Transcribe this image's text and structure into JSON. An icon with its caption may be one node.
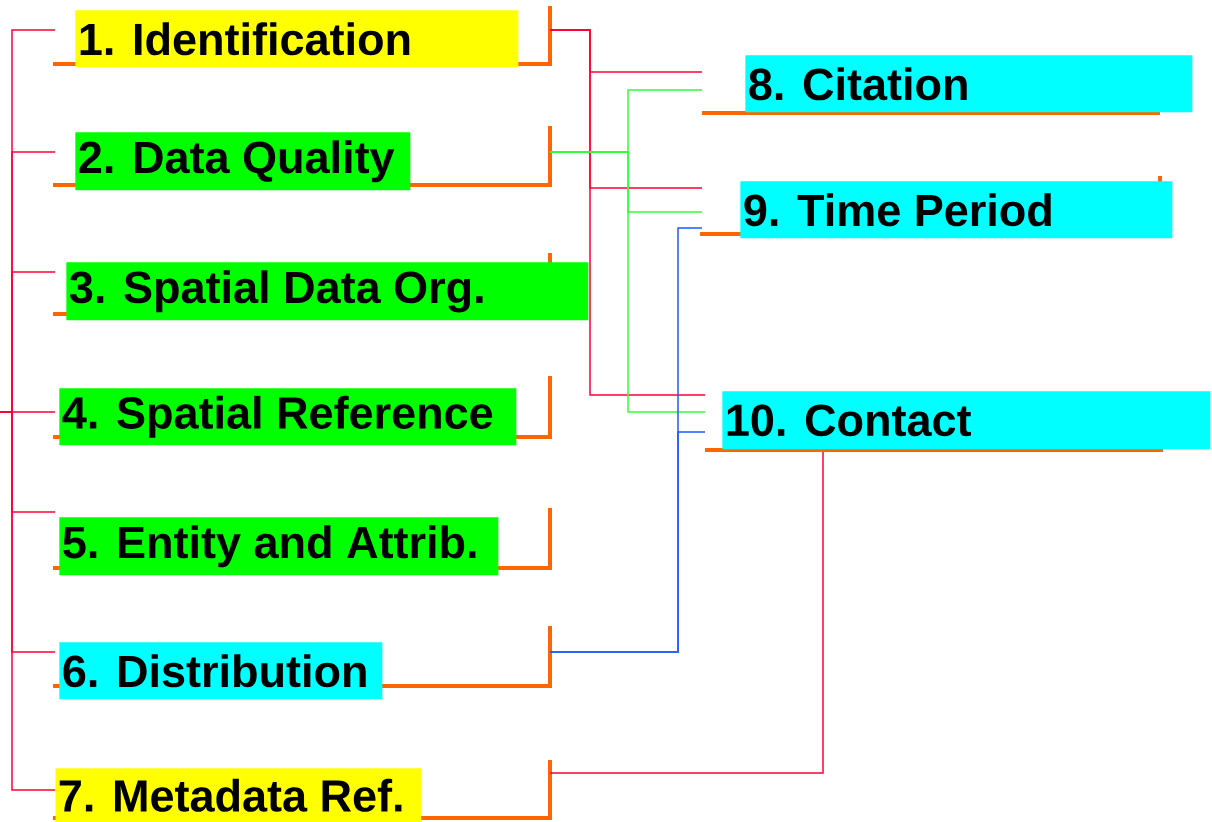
{
  "diagram": {
    "nodes": [
      {
        "text": [
          "1. Identification"
        ]
      },
      {
        "text": [
          "2. Data Quality"
        ]
      },
      {
        "text": [
          "3. Spatial Data Org."
        ]
      },
      {
        "text": [
          "4. Spatial Reference"
        ]
      },
      {
        "text": [
          "5. Entity and Attrib."
        ]
      },
      {
        "text": [
          "6. Distribution"
        ]
      },
      {
        "text": [
          "7. Metadata Ref."
        ]
      },
      {
        "text": [
          "8. Citation"
        ]
      },
      {
        "text": [
          "9. Time Period"
        ]
      },
      {
        "text": [
          "10. Contact"
        ]
      }
    ],
    "edges": [
      {
        "from": null,
        "to": 0,
        "arrow": "none"
      },
      {
        "from": null,
        "to": 1,
        "arrow": "none"
      },
      {
        "from": null,
        "to": 2,
        "arrow": "none"
      },
      {
        "from": null,
        "to": 3,
        "arrow": "none"
      },
      {
        "from": null,
        "to": 4,
        "arrow": "none"
      },
      {
        "from": null,
        "to": 5,
        "arrow": "none"
      },
      {
        "from": null,
        "to": 6,
        "arrow": "none"
      },
      {
        "from": 0,
        "to": 7,
        "arrow": "none"
      },
      {
        "from": 0,
        "to": 8,
        "arrow": "none"
      },
      {
        "from": 0,
        "to": 9,
        "arrow": "none"
      },
      {
        "from": 1,
        "to": 7,
        "arrow": "none",
        "color": "#33ff33"
      },
      {
        "from": 1,
        "to": 8,
        "arrow": "none",
        "color": "#33ff33"
      },
      {
        "from": 1,
        "to": 9,
        "arrow": "none",
        "color": "#33ff33"
      },
      {
        "from": 5,
        "to": 8,
        "arrow": "none",
        "color": "#1a5cff"
      },
      {
        "from": 5,
        "to": 9,
        "arrow": "none",
        "color": "#1a5cff"
      },
      {
        "from": 6,
        "to": 9,
        "arrow": "none"
      }
    ]
  }
}
